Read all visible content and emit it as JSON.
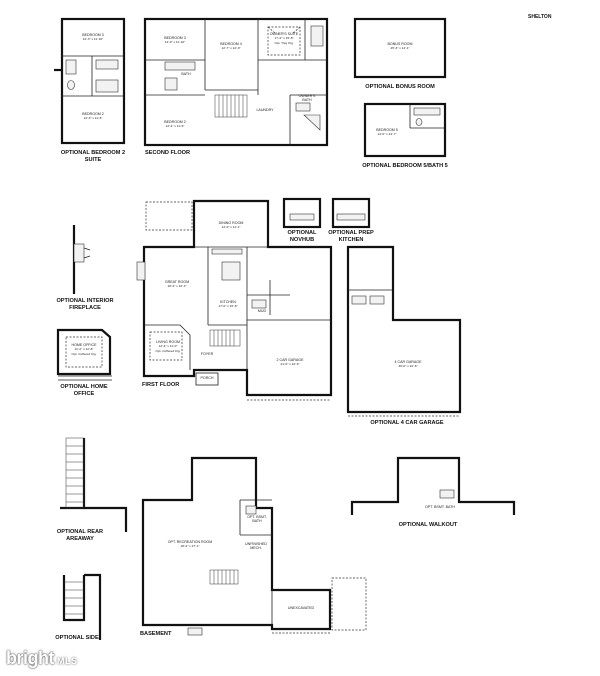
{
  "header": {
    "model_name": "SHELTON"
  },
  "watermark": {
    "brand": "bright",
    "suffix": "MLS"
  },
  "plans": {
    "opt_bedroom2_suite": "OPTIONAL BEDROOM 2 SUITE",
    "second_floor": "SECOND FLOOR",
    "opt_bonus_room": "OPTIONAL BONUS ROOM",
    "opt_bedroom5_bath5": "OPTIONAL BEDROOM 5/BATH 5",
    "opt_novhub": "OPTIONAL NOVHUB",
    "opt_prep_kitchen": "OPTIONAL PREP KITCHEN",
    "opt_interior_fireplace": "OPTIONAL INTERIOR FIREPLACE",
    "opt_home_office": "OPTIONAL HOME OFFICE",
    "first_floor": "FIRST FLOOR",
    "opt_4car_garage": "OPTIONAL 4 CAR GARAGE",
    "opt_rear_areaway": "OPTIONAL REAR AREAWAY",
    "opt_walkout": "OPTIONAL WALKOUT",
    "basement": "BASEMENT",
    "opt_side": "OPTIONAL SIDE"
  },
  "rooms": {
    "bedroom3_suite": {
      "name": "BEDROOM 3",
      "dim": "12'-3\" x 11'-10\""
    },
    "bedroom2_suite": {
      "name": "BEDROOM 2",
      "dim": "12'-3\" x 11'-6\""
    },
    "bedroom3": {
      "name": "BEDROOM 3",
      "dim": "14'-0\" x 11'-10\""
    },
    "bedroom4": {
      "name": "BEDROOM 4",
      "dim": "12'-7\" x 12'-0\""
    },
    "owners_suite": {
      "name": "OWNER'S SUITE",
      "dim": "17'-2\" x 15'-8\"",
      "note": "Opt. Tray Clg."
    },
    "bedroom2": {
      "name": "BEDROOM 2",
      "dim": "12'-4\" x 11'-6\""
    },
    "owners_bath": {
      "name": "OWNER'S BATH"
    },
    "laundry": {
      "name": "LAUNDRY"
    },
    "bath": {
      "name": "BATH"
    },
    "bonus_room": {
      "name": "BONUS ROOM",
      "dim": "25'-3\" x 14'-1\""
    },
    "bedroom5": {
      "name": "BEDROOM 5",
      "dim": "14'-0\" x 14'-7\""
    },
    "dining_room": {
      "name": "DINING ROOM",
      "dim": "12'-0\" x 11'-1\""
    },
    "great_room": {
      "name": "GREAT ROOM",
      "dim": "18'-4\" x 16'-4\""
    },
    "kitchen": {
      "name": "KITCHEN",
      "dim": "17'-0\" x 15'-8\""
    },
    "mud": {
      "name": "MUD"
    },
    "living_room": {
      "name": "LIVING ROOM",
      "dim": "12'-4\" x 11'-0\"",
      "note": "Opt. Coffered Clg."
    },
    "home_office": {
      "name": "HOME OFFICE",
      "dim": "11'-2\" x 12'-8\"",
      "note": "Opt. Coffered Clg."
    },
    "garage2": {
      "name": "2 CAR GARAGE",
      "dim": "21'-0\" x 22'-6\""
    },
    "garage4": {
      "name": "4 CAR GARAGE",
      "dim": "36'-0\" x 22'-6\""
    },
    "foyer": {
      "name": "FOYER"
    },
    "porch": {
      "name": "PORCH"
    },
    "rec_room": {
      "name": "OPT. RECREATION ROOM",
      "dim": "18'-2\" x 27'-1\""
    },
    "unfinished_mech": {
      "name": "UNFINISHED MECH."
    },
    "opt_bsmt_bath": {
      "name": "OPT. BSMT. BATH"
    },
    "unexcavated": {
      "name": "UNEXCAVATED"
    },
    "opt_bsmt_bath_walkout": {
      "name": "OPT. BSMT. BATH"
    }
  }
}
